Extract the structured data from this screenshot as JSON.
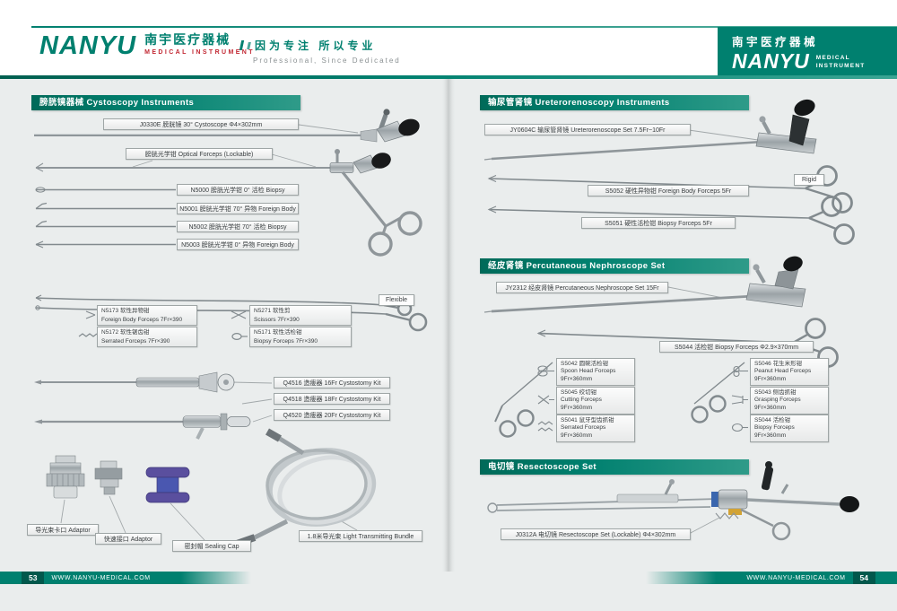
{
  "colors": {
    "teal": "#00806F",
    "teal_dark": "#02584C",
    "accent_red": "#C22732",
    "cap_purple": "#5A4F9E",
    "cap_blue": "#4A57B0"
  },
  "header": {
    "logo": {
      "name": "NANYU",
      "cn": "南宇医疗器械",
      "sub": "MEDICAL  INSTRUMENT"
    },
    "tagline": {
      "cn": "因为专注  所以专业",
      "en": "Professional, Since Dedicated"
    },
    "badge": {
      "cn": "南宇医疗器械",
      "name": "NANYU",
      "sub1": "MEDICAL",
      "sub2": "INSTRUMENT"
    }
  },
  "footer": {
    "left_no": "53",
    "right_no": "54",
    "site": "WWW.NANYU-MEDICAL.COM"
  },
  "cysto": {
    "title": "膀胱镜器械  Cystoscopy Instruments",
    "scope": "J0330E 膀胱镜 30°  Cystoscope  Φ4×302mm",
    "optical": "膀胱光学钳 Optical Forceps (Lockable)",
    "rigid": [
      "N5000 膀胱光学钳  0°  活检 Biopsy",
      "N5001 膀胱光学钳 70°  异物 Foreign Body",
      "N5002 膀胱光学钳 70°  活检 Biopsy",
      "N5003 膀胱光学钳  0°  异物 Foreign Body"
    ],
    "flex_tag": "Flexible",
    "flex": [
      {
        "a": "N5173 软性异物钳",
        "b": "Foreign Body Forceps 7Fr×390"
      },
      {
        "a": "N5172 软性锯齿钳",
        "b": "Serrated Forceps 7Fr×390"
      },
      {
        "a": "N5271 软性剪",
        "b": "Scissors 7Fr×390"
      },
      {
        "a": "N5171 软性活检钳",
        "b": "Biopsy Forceps 7Fr×390"
      }
    ],
    "cystostomy": [
      "Q4516 造瘘器 16Fr Cystostomy Kit",
      "Q4518 造瘘器 18Fr Cystostomy Kit",
      "Q4520 造瘘器 20Fr Cystostomy Kit"
    ],
    "acc": [
      "导光束卡口 Adaptor",
      "快速接口 Adaptor",
      "密封帽 Sealing Cap",
      "1.8米导光束  Light Transmitting Bundle"
    ]
  },
  "uretero": {
    "title": "输尿管肾镜 Ureterorenoscopy Instruments",
    "scope": "JY0604C 输尿管肾镜 Ureterorenoscope Set 7.5Fr~10Fr",
    "rigid_tag": "Rigid",
    "f1": "S5052 硬性异物钳 Foreign Body Forceps 5Fr",
    "f2": "S5051 硬性活检钳 Biopsy Forceps 5Fr"
  },
  "nephro": {
    "title": "经皮肾镜 Percutaneous Nephroscope Set",
    "scope": "JY2312 经皮肾镜 Percutaneous Nephroscope Set 15Fr",
    "long_forceps": "S5044 活检钳 Biopsy Forceps  Φ2.9×370mm",
    "grid": [
      {
        "a": "S5042 圆碗活检钳",
        "b": "Spoon Head Forceps",
        "c": "9Fr×360mm"
      },
      {
        "a": "S5046 花生米形钳",
        "b": "Peanut Head Forceps",
        "c": "9Fr×360mm"
      },
      {
        "a": "S5045 绞切钳",
        "b": "Cutting Forceps",
        "c": "9Fr×360mm"
      },
      {
        "a": "S5043 侧齿抓钳",
        "b": "Grasping Forceps",
        "c": "9Fr×360mm"
      },
      {
        "a": "S5041 鼠牙型齿抓钳",
        "b": "Serrated Forceps",
        "c": "9Fr×360mm"
      },
      {
        "a": "S5044 活检钳",
        "b": "Biopsy Forceps",
        "c": "9Fr×360mm"
      }
    ]
  },
  "resecto": {
    "title": "电切镜  Resectoscope Set",
    "scope": "J0312A 电切镜 Resectoscope Set (Lockable)  Φ4×302mm"
  }
}
